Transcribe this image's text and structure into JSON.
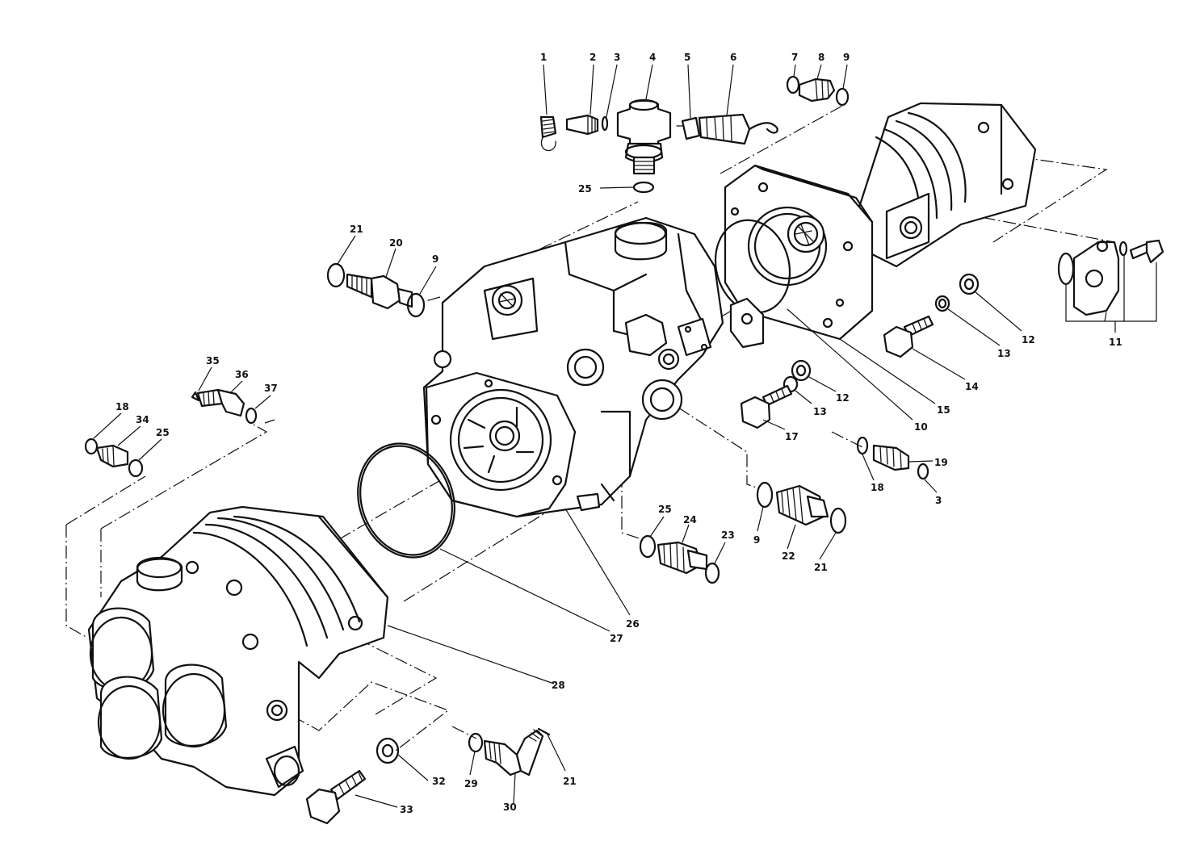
{
  "diagram": {
    "type": "exploded-parts-view",
    "callouts": [
      {
        "id": "c1",
        "text": "1"
      },
      {
        "id": "c2",
        "text": "2"
      },
      {
        "id": "c3a",
        "text": "3"
      },
      {
        "id": "c4",
        "text": "4"
      },
      {
        "id": "c5",
        "text": "5"
      },
      {
        "id": "c6",
        "text": "6"
      },
      {
        "id": "c7",
        "text": "7"
      },
      {
        "id": "c8",
        "text": "8"
      },
      {
        "id": "c9a",
        "text": "9"
      },
      {
        "id": "c25a",
        "text": "25"
      },
      {
        "id": "c21a",
        "text": "21"
      },
      {
        "id": "c20",
        "text": "20"
      },
      {
        "id": "c9b",
        "text": "9"
      },
      {
        "id": "c35",
        "text": "35"
      },
      {
        "id": "c36",
        "text": "36"
      },
      {
        "id": "c37",
        "text": "37"
      },
      {
        "id": "c18a",
        "text": "18"
      },
      {
        "id": "c34",
        "text": "34"
      },
      {
        "id": "c25b",
        "text": "25"
      },
      {
        "id": "c11",
        "text": "11"
      },
      {
        "id": "c12a",
        "text": "12"
      },
      {
        "id": "c13a",
        "text": "13"
      },
      {
        "id": "c14",
        "text": "14"
      },
      {
        "id": "c15",
        "text": "15"
      },
      {
        "id": "c10",
        "text": "10"
      },
      {
        "id": "c12b",
        "text": "12"
      },
      {
        "id": "c13b",
        "text": "13"
      },
      {
        "id": "c17",
        "text": "17"
      },
      {
        "id": "c19",
        "text": "19"
      },
      {
        "id": "c18b",
        "text": "18"
      },
      {
        "id": "c3b",
        "text": "3"
      },
      {
        "id": "c25c",
        "text": "25"
      },
      {
        "id": "c24",
        "text": "24"
      },
      {
        "id": "c23",
        "text": "23"
      },
      {
        "id": "c9c",
        "text": "9"
      },
      {
        "id": "c22",
        "text": "22"
      },
      {
        "id": "c21b",
        "text": "21"
      },
      {
        "id": "c26",
        "text": "26"
      },
      {
        "id": "c27",
        "text": "27"
      },
      {
        "id": "c28",
        "text": "28"
      },
      {
        "id": "c29",
        "text": "29"
      },
      {
        "id": "c30",
        "text": "30"
      },
      {
        "id": "c21c",
        "text": "21"
      },
      {
        "id": "c32",
        "text": "32"
      },
      {
        "id": "c33",
        "text": "33"
      }
    ]
  }
}
